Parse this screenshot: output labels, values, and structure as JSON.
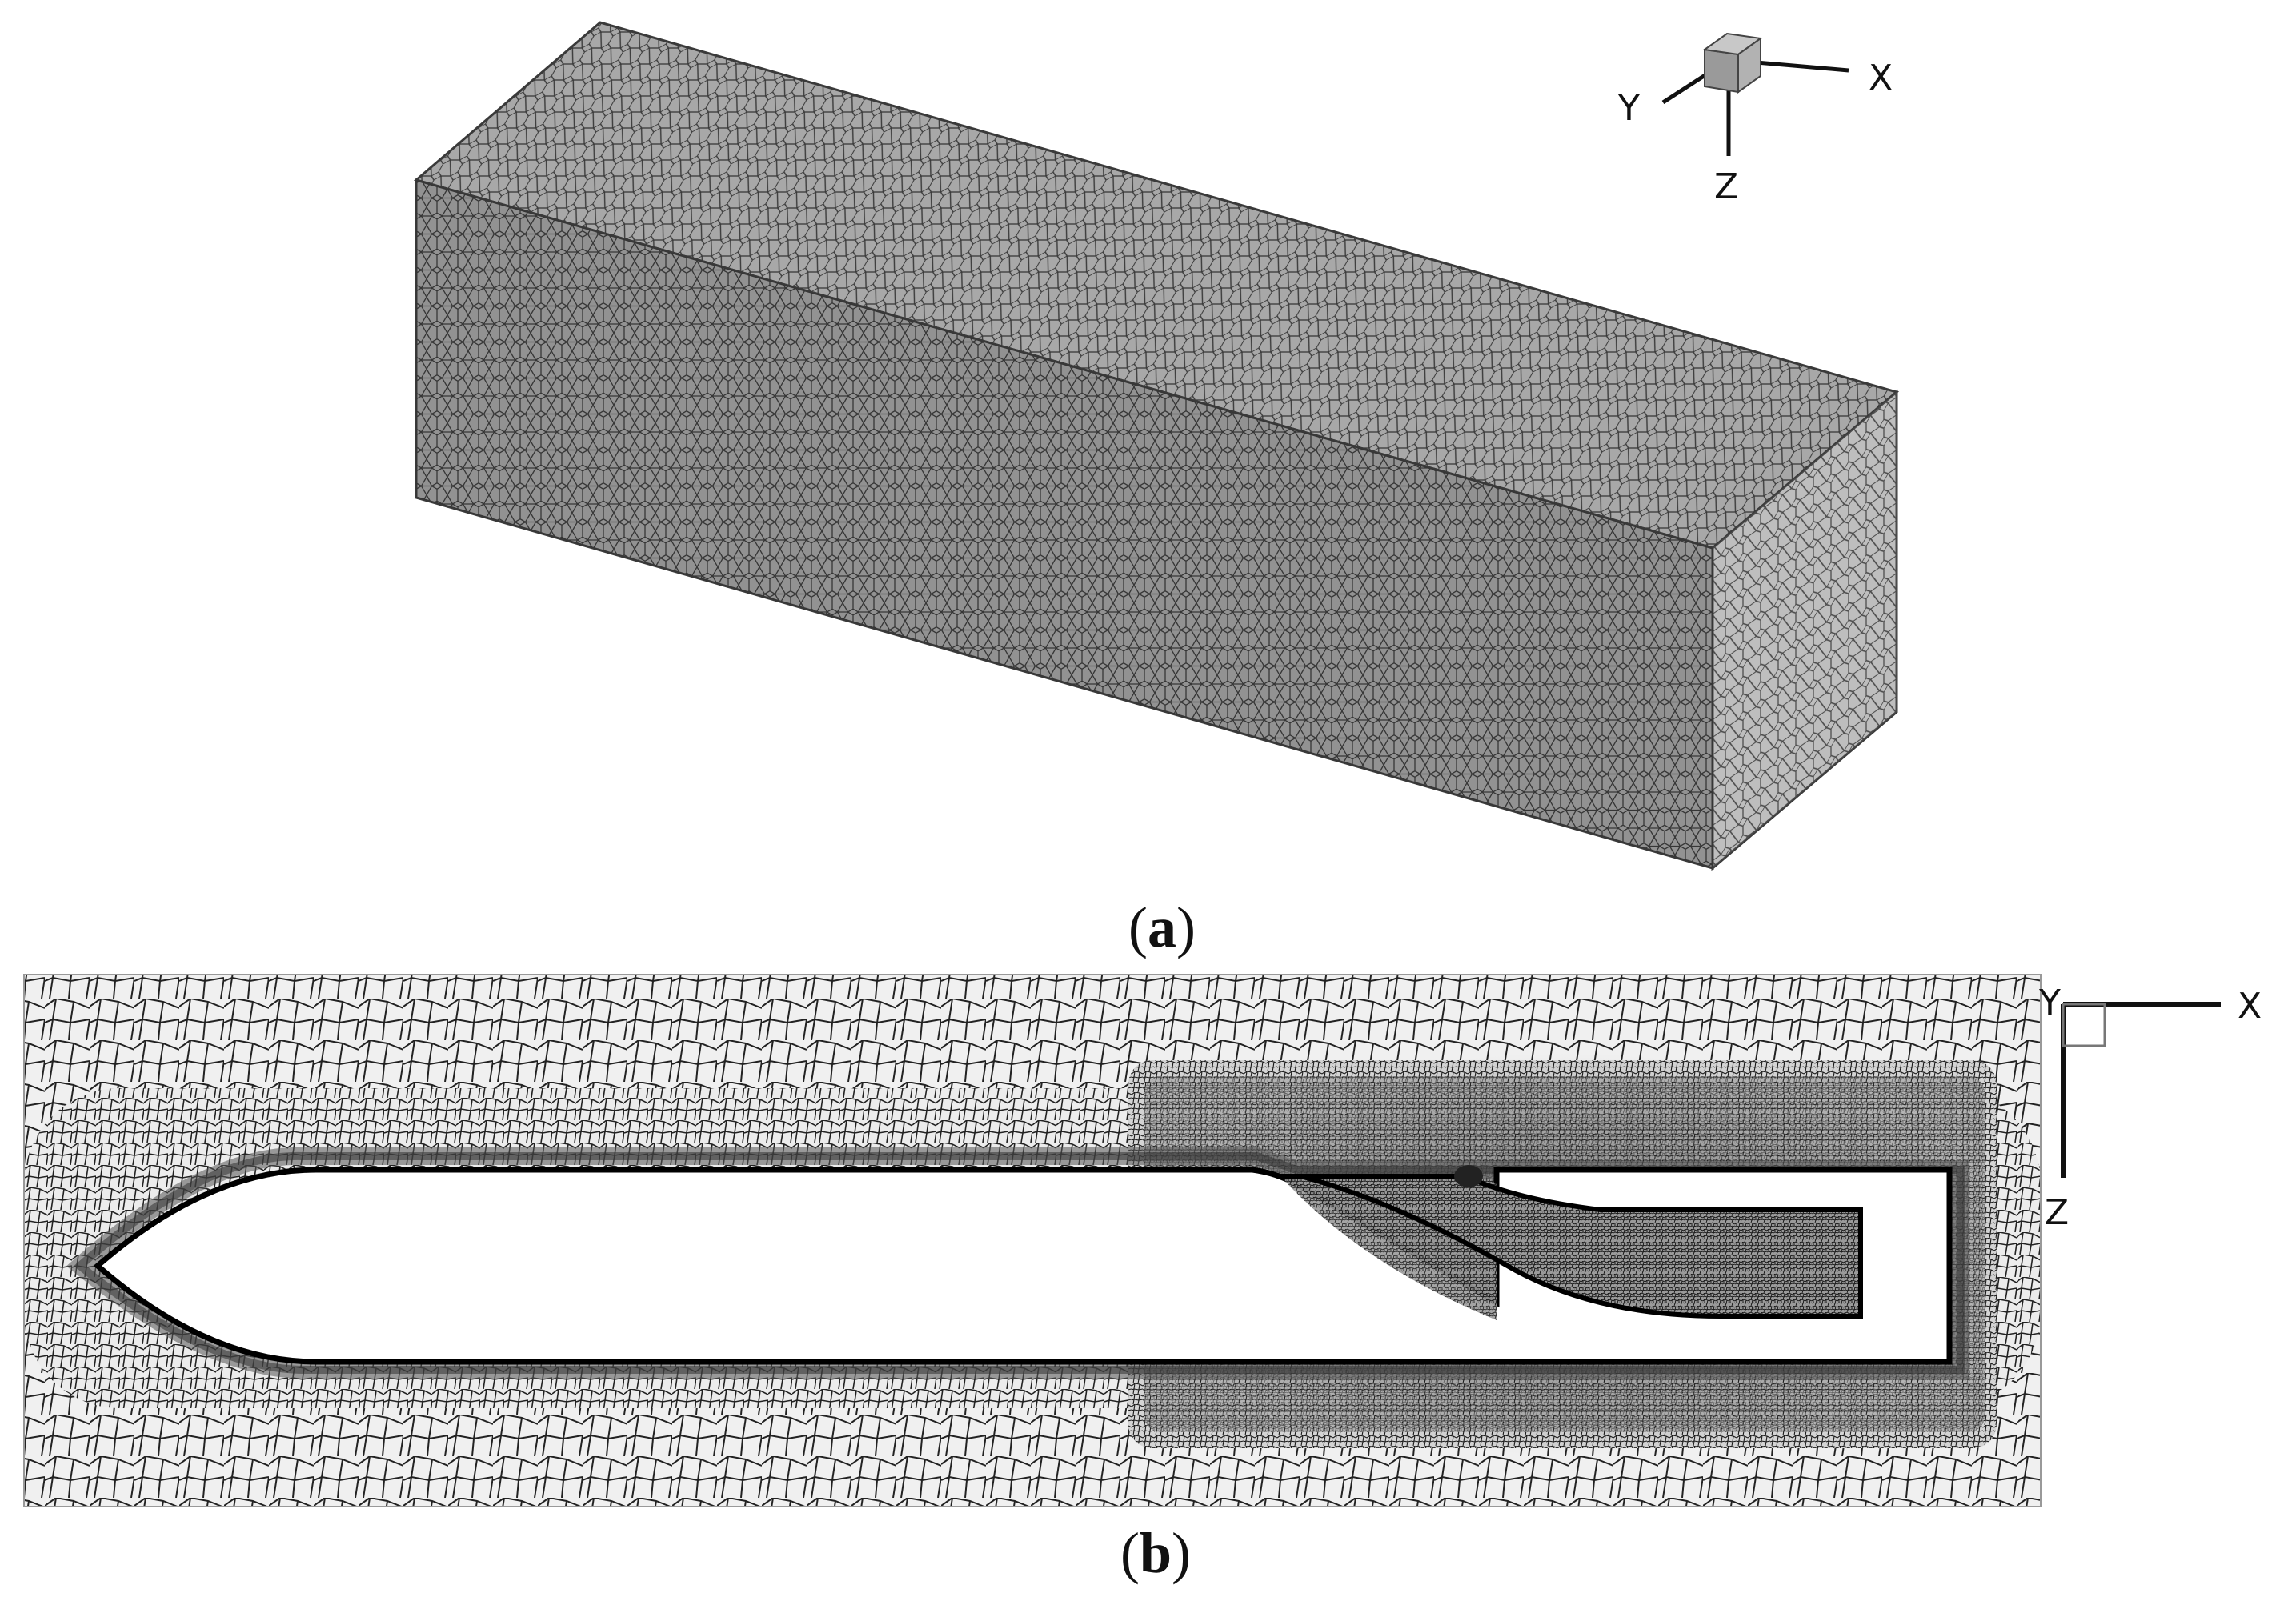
{
  "figure": {
    "panels": [
      {
        "id": "a",
        "label_open": "(",
        "label_letter": "a",
        "label_close": ")",
        "axis_triad": {
          "x": "X",
          "y": "Y",
          "z": "Z"
        }
      },
      {
        "id": "b",
        "label_open": "(",
        "label_letter": "b",
        "label_close": ")",
        "axis_triad": {
          "x": "X",
          "y": "Y",
          "z": "Z"
        }
      }
    ],
    "colors": {
      "mesh_face_front": "#9c9c9c",
      "mesh_face_top": "#a8a8a8",
      "mesh_face_side": "#b9b9b9",
      "mesh_line": "#3a3a3a",
      "slice_background": "#f0f0f0",
      "slice_mesh_line": "#222222",
      "hull": "#ffffff"
    }
  }
}
